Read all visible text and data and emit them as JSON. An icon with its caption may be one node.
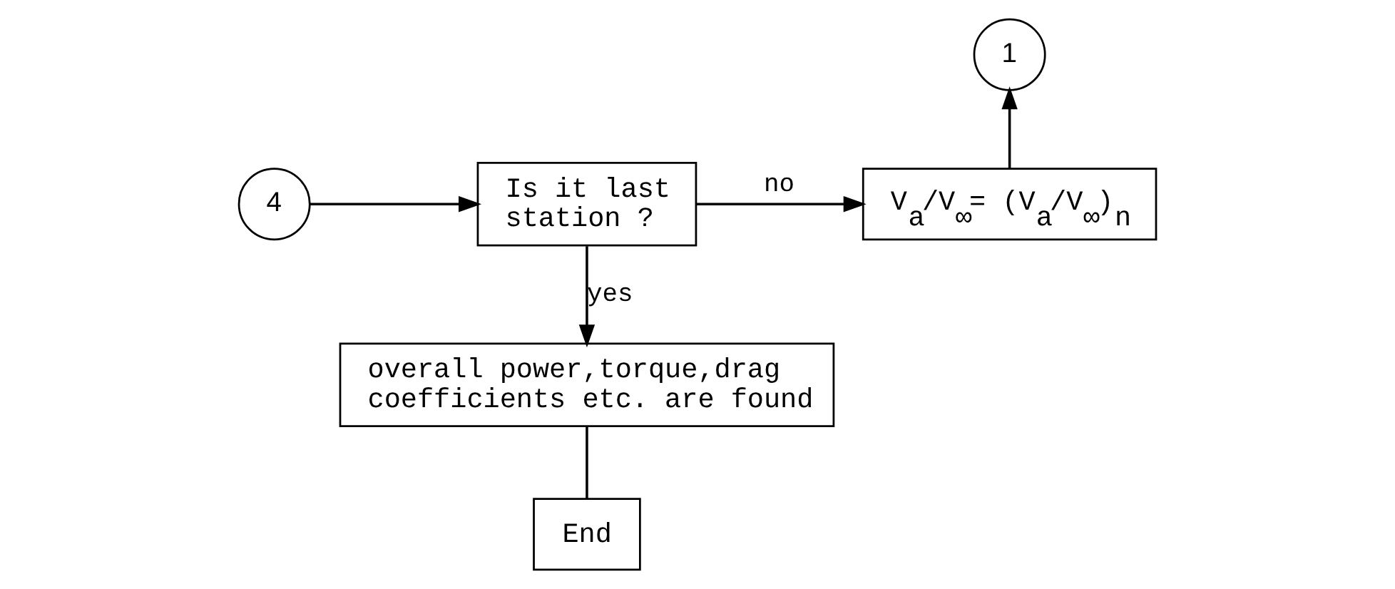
{
  "diagram": {
    "nodes": [
      {
        "text": [
          "4"
        ]
      },
      {
        "text": [
          "Is it last station ?"
        ]
      },
      {
        "text": [
          "V$_{a}$/V$_{∞}$= (V$_{a}$/V$_{∞}$)$_{n}$"
        ]
      },
      {
        "text": [
          "1"
        ]
      },
      {
        "text": [
          "overall power,torque,drag coefficients etc. are found"
        ]
      },
      {
        "text": [
          "End"
        ]
      }
    ],
    "edges": [
      {
        "from": 0,
        "to": 1,
        "arrow": "to"
      },
      {
        "from": 1,
        "to": 2,
        "arrow": "to",
        "label": "no"
      },
      {
        "from": 2,
        "to": 3,
        "arrow": "to"
      },
      {
        "from": 1,
        "to": 4,
        "arrow": "to",
        "label": "yes"
      },
      {
        "from": 4,
        "to": 5,
        "arrow": "none"
      }
    ]
  }
}
